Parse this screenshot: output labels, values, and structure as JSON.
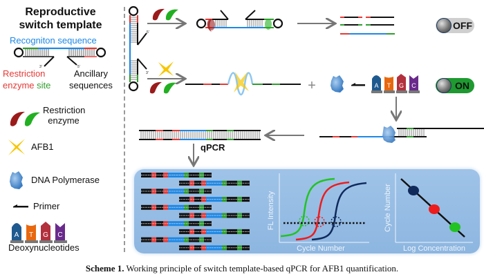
{
  "legend": {
    "title_line1": "Reproductive",
    "title_line2": "switch template",
    "recognition_label": "Recogniton sequence",
    "restriction_site_label_1": "Restriction",
    "restriction_site_label_2a": "enzyme",
    "restriction_site_label_2b": " site",
    "ancillary_label_1": "Ancillary",
    "ancillary_label_2": "sequences",
    "end_3prime": "3'",
    "end_5prime": "5'",
    "items": [
      {
        "icon": "restriction-enzyme-icon",
        "label_1": "Restriction",
        "label_2": "enzyme"
      },
      {
        "icon": "afb1-star-icon",
        "label_1": "AFB1"
      },
      {
        "icon": "dna-polymerase-icon",
        "label_1": "DNA Polymerase"
      },
      {
        "icon": "primer-icon",
        "label_1": "Primer"
      },
      {
        "icon": "deoxynucleotides-icon",
        "label_1": "Deoxynucleotides"
      }
    ]
  },
  "nucleotides": [
    "A",
    "T",
    "G",
    "C"
  ],
  "colors": {
    "recognition_blue": "#1e88e5",
    "restriction_red": "#e53935",
    "restriction_green": "#2e9d2e",
    "enzyme_dark_red": "#9b1b1b",
    "enzyme_green": "#22b022",
    "afb1_yellow": "#f7c600",
    "polymerase_blue": "#5b9bd5",
    "nt_A": "#1f5a8f",
    "nt_T": "#e8680f",
    "nt_G": "#b3303d",
    "nt_C": "#6a2a8c",
    "panel_blue": "#9fc3e8",
    "curve_green": "#22c322",
    "curve_red": "#ee1c1c",
    "curve_navy": "#102a5c",
    "on_green": "#1e9a30",
    "off_gray": "#cfcfcf"
  },
  "switches": {
    "off_label": "OFF",
    "on_label": "ON"
  },
  "flow": {
    "plus_sign": "+",
    "qpcr_label": "qPCR"
  },
  "amplification_plot": {
    "ylabel": "FL Intensity",
    "xlabel": "Cycle Number",
    "series": [
      "green",
      "red",
      "navy"
    ]
  },
  "standard_curve": {
    "ylabel": "Cycle Number",
    "xlabel": "Log Concentration",
    "points": [
      "navy",
      "red",
      "green"
    ]
  },
  "caption": {
    "label": "Scheme 1.",
    "text": " Working principle of switch template-based qPCR for AFB1 quantification."
  }
}
